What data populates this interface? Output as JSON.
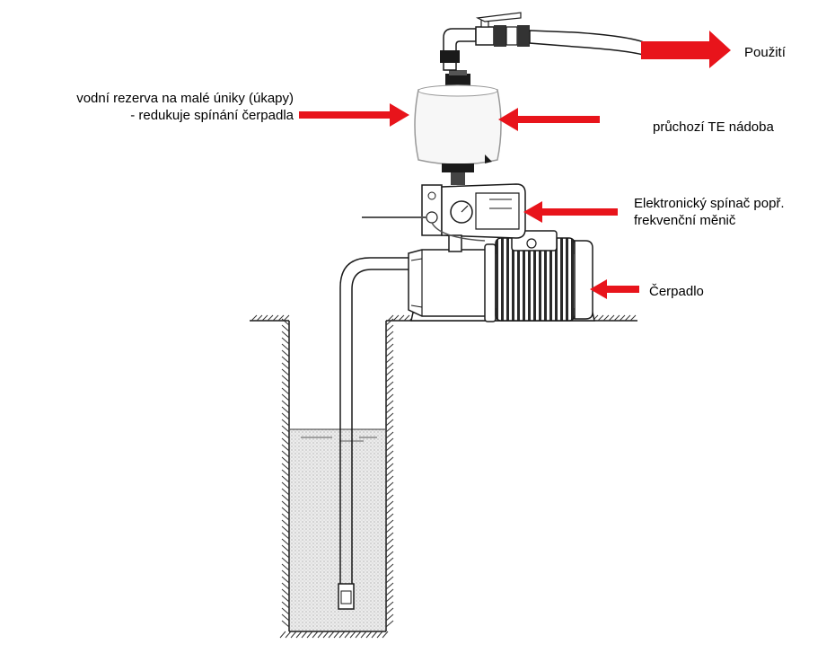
{
  "labels": {
    "output": "Použití",
    "reserve_line1": "vodní rezerva na malé úniky (úkapy)",
    "reserve_line2": "- redukuje spínání čerpadla",
    "vessel": "průchozí TE nádoba",
    "switch_line1": "Elektronický spínač popř.",
    "switch_line2": "frekvenční měnič",
    "pump": "Čerpadlo"
  },
  "colors": {
    "arrow": "#e8141b",
    "line": "#1a1a1a",
    "water": "#d9d9d9",
    "hatch": "#333333"
  }
}
